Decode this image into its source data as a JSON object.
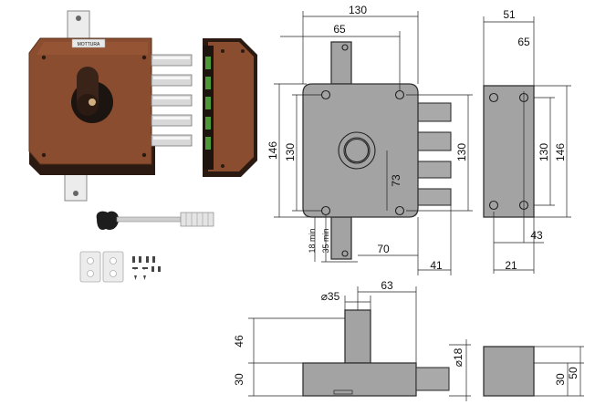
{
  "product": {
    "lock_plate_label": "MOTTURA",
    "icons": [
      "lock-photo",
      "key-photo",
      "spacer-plates-photo",
      "screws-photo"
    ],
    "colors": {
      "lock_body": "#8b4d2f",
      "lock_dark": "#2a1a12",
      "bolt_chrome": "#d8d8d8",
      "drawing_gray": "#a3a3a3",
      "key_black": "#1d1d1d"
    }
  },
  "front_view": {
    "width_total": "130",
    "width_cylinder": "65",
    "height_outer": "146",
    "height_inner": "130",
    "height_right": "130",
    "cylinder_height": "73",
    "bottom_min_1": "18 min",
    "bottom_min_2": "35 min",
    "bottom_offset": "70",
    "bolt_projection": "41"
  },
  "side_view": {
    "width_top_1": "51",
    "width_top_2": "65",
    "height_inner": "130",
    "height_outer": "146",
    "offset_43": "43",
    "offset_21": "21"
  },
  "bottom_view": {
    "diameter_cylinder": "⌀35",
    "cylinder_offset": "63",
    "height_46": "46",
    "height_30": "30",
    "diameter_bolt": "⌀18",
    "keeper_30": "30",
    "keeper_50": "50"
  }
}
